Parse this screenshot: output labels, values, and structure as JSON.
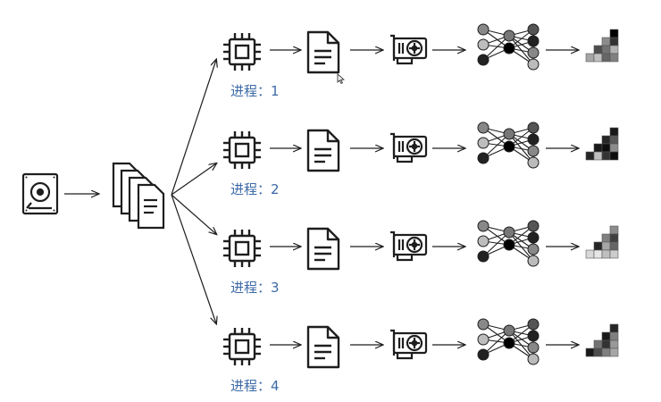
{
  "diagram": {
    "processes": [
      {
        "label": "进程：1",
        "heatmap": [
          [
            0,
            0,
            0,
            1
          ],
          [
            0,
            0,
            0.45,
            0.8
          ],
          [
            0,
            0.7,
            0.55,
            0.3
          ],
          [
            0.35,
            0.25,
            0.6,
            0.5
          ]
        ]
      },
      {
        "label": "进程：2",
        "heatmap": [
          [
            0,
            0,
            0,
            0.9
          ],
          [
            0,
            0,
            0.85,
            0.65
          ],
          [
            0,
            0.9,
            0.95,
            0.45
          ],
          [
            0.85,
            0.25,
            0.8,
            0.95
          ]
        ]
      },
      {
        "label": "进程：3",
        "heatmap": [
          [
            0,
            0,
            0,
            0.45
          ],
          [
            0,
            0,
            0.5,
            0.75
          ],
          [
            0,
            0.85,
            0.35,
            0.6
          ],
          [
            0.15,
            0.1,
            0.25,
            0.2
          ]
        ]
      },
      {
        "label": "进程：4",
        "heatmap": [
          [
            0,
            0,
            0,
            0.85
          ],
          [
            0,
            0,
            0.9,
            0.5
          ],
          [
            0,
            0.55,
            0.8,
            0.4
          ],
          [
            0.9,
            0.7,
            0.5,
            0.35
          ]
        ]
      }
    ],
    "pipeline_icons": [
      "cpu-icon",
      "document-icon",
      "gpu-icon",
      "neural-network-icon",
      "heatmap-output-icon"
    ],
    "source_icons": [
      "hard-drive-icon",
      "stacked-files-icon"
    ],
    "colors": {
      "label": "#3d6aa6",
      "stroke": "#1e1e1e",
      "cursor": "#333333"
    }
  }
}
